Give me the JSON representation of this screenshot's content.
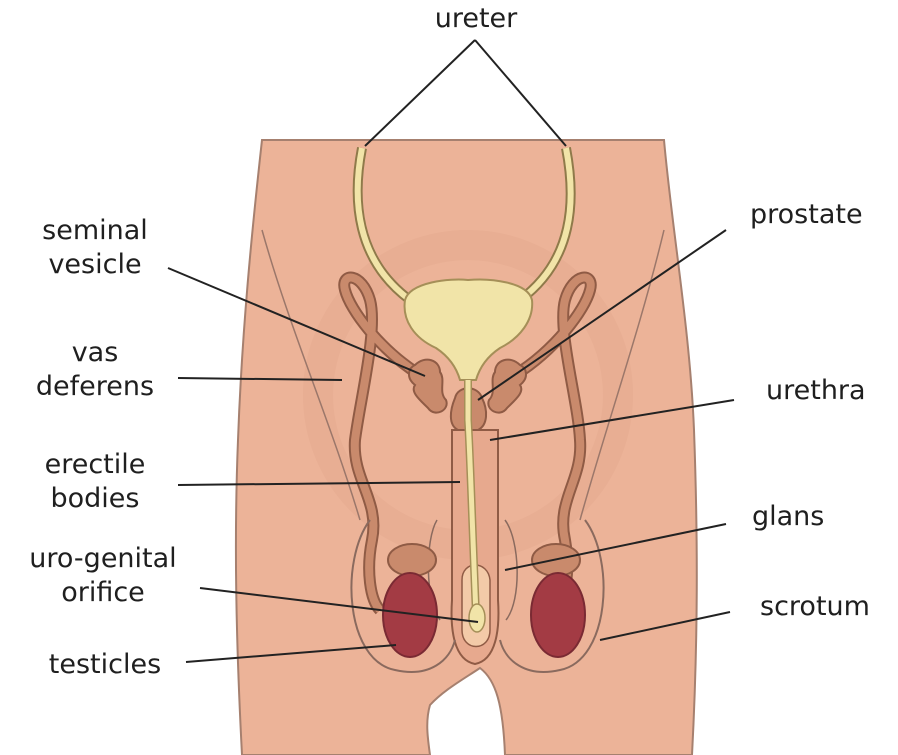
{
  "labels": {
    "ureter": "ureter",
    "seminal_vesicle": "seminal\nvesicle",
    "prostate": "prostate",
    "vas_deferens": "vas\ndeferens",
    "urethra": "urethra",
    "erectile_bodies": "erectile\nbodies",
    "glans": "glans",
    "uro_genital_orifice": "uro-genital\norifice",
    "scrotum": "scrotum",
    "testicles": "testicles"
  },
  "colors": {
    "skin": "#ecb398",
    "skin_outline": "#8a6a5e",
    "organ": "#c98a6c",
    "organ_outline": "#8f5b45",
    "bladder": "#f1e4a8",
    "testicle": "#a33b44",
    "leader_line": "#222222"
  }
}
